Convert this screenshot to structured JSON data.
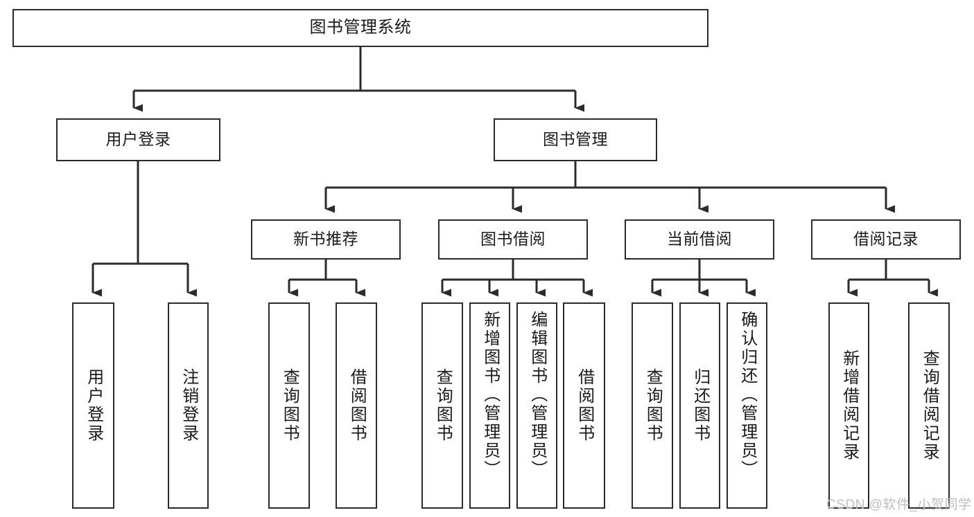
{
  "diagram": {
    "title": "图书管理系统",
    "type": "tree-hierarchy-diagram",
    "colors": {
      "box_stroke": "#2b2b2b",
      "box_fill": "#ffffff",
      "connector": "#2b2b2b",
      "text": "#1a1a1a",
      "watermark": "#bfbfbf"
    },
    "levels": {
      "level1": [
        {
          "id": "root",
          "label": "图书管理系统"
        }
      ],
      "level2": [
        {
          "id": "user-login",
          "label": "用户登录"
        },
        {
          "id": "book-manage",
          "label": "图书管理"
        }
      ],
      "level3": [
        {
          "id": "new-book-recommend",
          "label": "新书推荐"
        },
        {
          "id": "book-borrow",
          "label": "图书借阅"
        },
        {
          "id": "current-borrow",
          "label": "当前借阅"
        },
        {
          "id": "borrow-record",
          "label": "借阅记录"
        }
      ],
      "level4": [
        {
          "id": "leaf-user-login",
          "label": "用户登录",
          "parent": "user-login"
        },
        {
          "id": "leaf-logout-login",
          "label": "注销登录",
          "parent": "user-login"
        },
        {
          "id": "leaf-query-book-1",
          "label": "查询图书",
          "parent": "new-book-recommend"
        },
        {
          "id": "leaf-borrow-book-1",
          "label": "借阅图书",
          "parent": "new-book-recommend"
        },
        {
          "id": "leaf-query-book-2",
          "label": "查询图书",
          "parent": "book-borrow"
        },
        {
          "id": "leaf-add-book",
          "label": "新增图书（管理员）",
          "parent": "book-borrow"
        },
        {
          "id": "leaf-edit-book",
          "label": "编辑图书（管理员）",
          "parent": "book-borrow"
        },
        {
          "id": "leaf-borrow-book-2",
          "label": "借阅图书",
          "parent": "book-borrow"
        },
        {
          "id": "leaf-query-book-3",
          "label": "查询图书",
          "parent": "current-borrow"
        },
        {
          "id": "leaf-return-book",
          "label": "归还图书",
          "parent": "current-borrow"
        },
        {
          "id": "leaf-confirm-return",
          "label": "确认归还（管理员）",
          "parent": "current-borrow"
        },
        {
          "id": "leaf-add-record",
          "label": "新增借阅记录",
          "parent": "borrow-record"
        },
        {
          "id": "leaf-query-record",
          "label": "查询借阅记录",
          "parent": "borrow-record"
        }
      ]
    }
  },
  "watermark": {
    "text": "CSDN @软件_小贺同学"
  }
}
